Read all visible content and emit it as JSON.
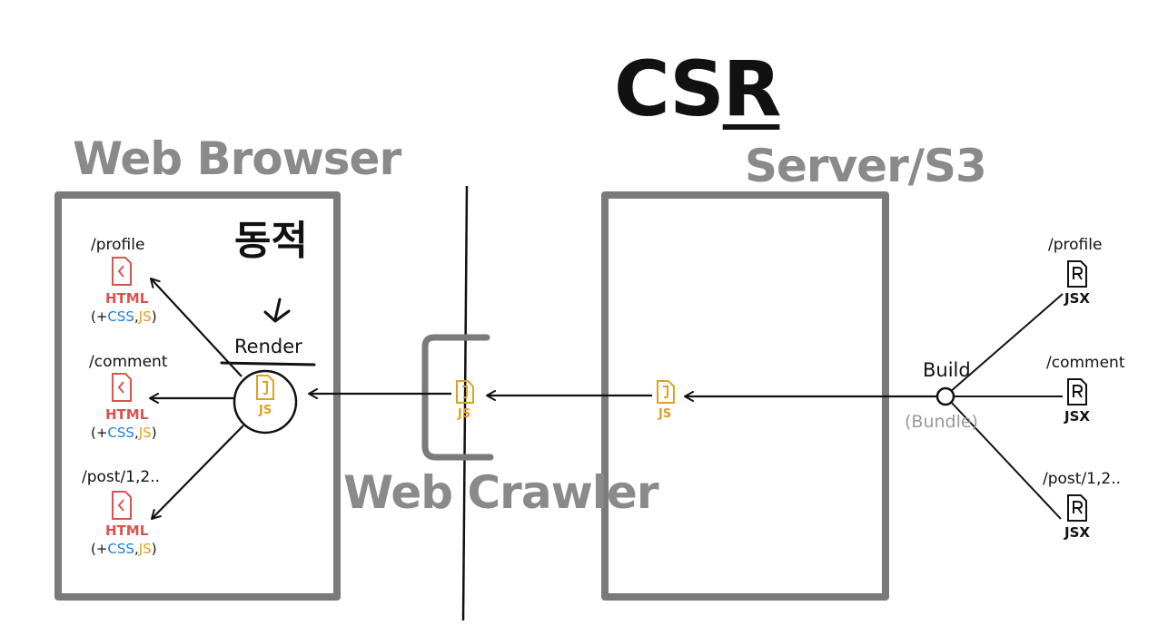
{
  "title_main": "CS",
  "title_underlined": "R",
  "browser": {
    "title": "Web Browser",
    "korean_label": "동적",
    "render_label": "Render",
    "js_label": "JS",
    "pages": [
      {
        "route": "/profile",
        "type": "HTML",
        "deps_open": "(+",
        "css": "CSS",
        "sep": ",",
        "js": "JS",
        "deps_close": ")"
      },
      {
        "route": "/comment",
        "type": "HTML",
        "deps_open": "(+",
        "css": "CSS",
        "sep": ",",
        "js": "JS",
        "deps_close": ")"
      },
      {
        "route": "/post/1,2..",
        "type": "HTML",
        "deps_open": "(+",
        "css": "CSS",
        "sep": ",",
        "js": "JS",
        "deps_close": ")"
      }
    ]
  },
  "crawler": {
    "title": "Web Crawler",
    "js_label": "JS"
  },
  "server": {
    "title": "Server/S3",
    "js_label": "JS",
    "build_label": "Build",
    "bundle_label": "(Bundle)",
    "sources": [
      {
        "route": "/profile",
        "type": "JSX"
      },
      {
        "route": "/comment",
        "type": "JSX"
      },
      {
        "route": "/post/1,2..",
        "type": "JSX"
      }
    ]
  },
  "colors": {
    "box_stroke": "#7a7a7a",
    "ink": "#111111",
    "html_red": "#d9534f",
    "css_blue": "#1e7fd6",
    "js_yellow": "#e0a020",
    "muted_gray": "#9a9a9a"
  },
  "icons": [
    "html-file-icon",
    "js-file-icon",
    "jsx-file-icon",
    "arrow-icon",
    "build-node-icon"
  ]
}
